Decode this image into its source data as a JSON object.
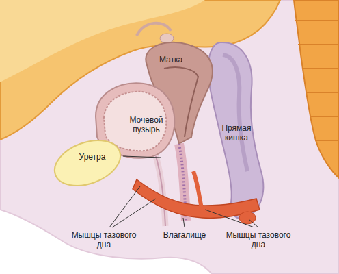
{
  "diagram": {
    "labels": [
      "Матка",
      "Мочевой пузырь",
      "Уретра",
      "Прямая кишка",
      "Мышцы тазового дна",
      "Влагалище",
      "Мышцы тазового дна"
    ]
  }
}
